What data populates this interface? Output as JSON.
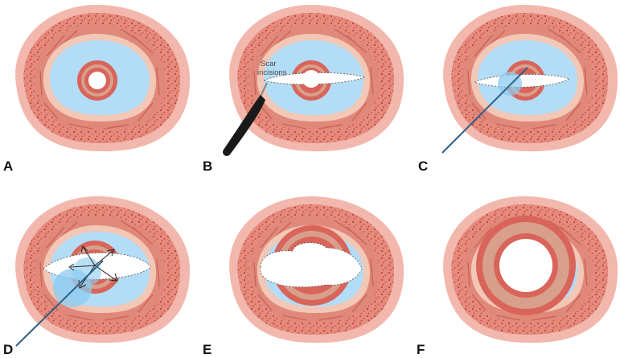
{
  "panels": [
    {
      "id": "A",
      "label": "A",
      "stage": "intact"
    },
    {
      "id": "B",
      "label": "B",
      "stage": "scalpel-incision"
    },
    {
      "id": "C",
      "label": "C",
      "stage": "needle-injection"
    },
    {
      "id": "D",
      "label": "D",
      "stage": "dilation"
    },
    {
      "id": "E",
      "label": "E",
      "stage": "expanded-opening"
    },
    {
      "id": "F",
      "label": "F",
      "stage": "healed"
    }
  ],
  "annotation": {
    "line1": "Scar",
    "line2": "incisions"
  },
  "colors": {
    "skin": "#f2b8ad",
    "muscle": "#e0897a",
    "muscle_dark": "#c9574a",
    "fluid": "#b3dcf6",
    "fluid_bubble": "#8ccbf0",
    "lumen_outer": "#d9645a",
    "lumen_inner": "#d8a08c",
    "scalpel": "#1a1a1a",
    "needle": "#2f5f86"
  }
}
